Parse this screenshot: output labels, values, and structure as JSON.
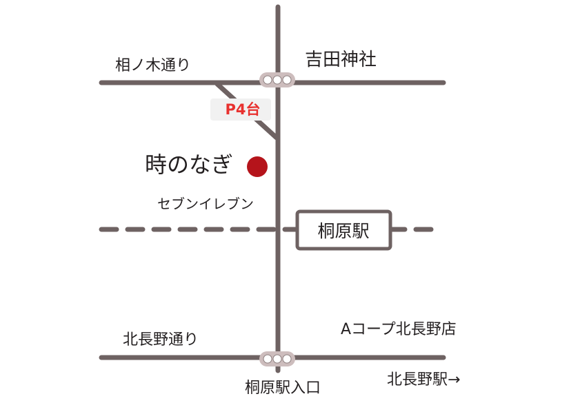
{
  "colors": {
    "road": "#6e6262",
    "text": "#231f20",
    "parking_text": "#e8312f",
    "parking_bg": "#f1f1f1",
    "destination_dot": "#b5141b",
    "signal_fill": "#ffffff",
    "signal_case": "#cdbdbd",
    "background": "#ffffff"
  },
  "labels": {
    "ainoki_dori": "相ノ木通り",
    "yoshida_jinja": "吉田神社",
    "parking": "P4台",
    "destination": "時のなぎ",
    "seven_eleven": "セブンイレブン",
    "kirihara_station": "桐原駅",
    "a_coop": "Aコープ北長野店",
    "kitanagano_dori": "北長野通り",
    "kirihara_eki_iriguchi": "桐原駅入口",
    "kitanagano_station_arrow": "北長野駅→"
  },
  "icons": {
    "traffic_signal": "traffic-light-icon",
    "destination_marker": "location-dot-icon"
  }
}
